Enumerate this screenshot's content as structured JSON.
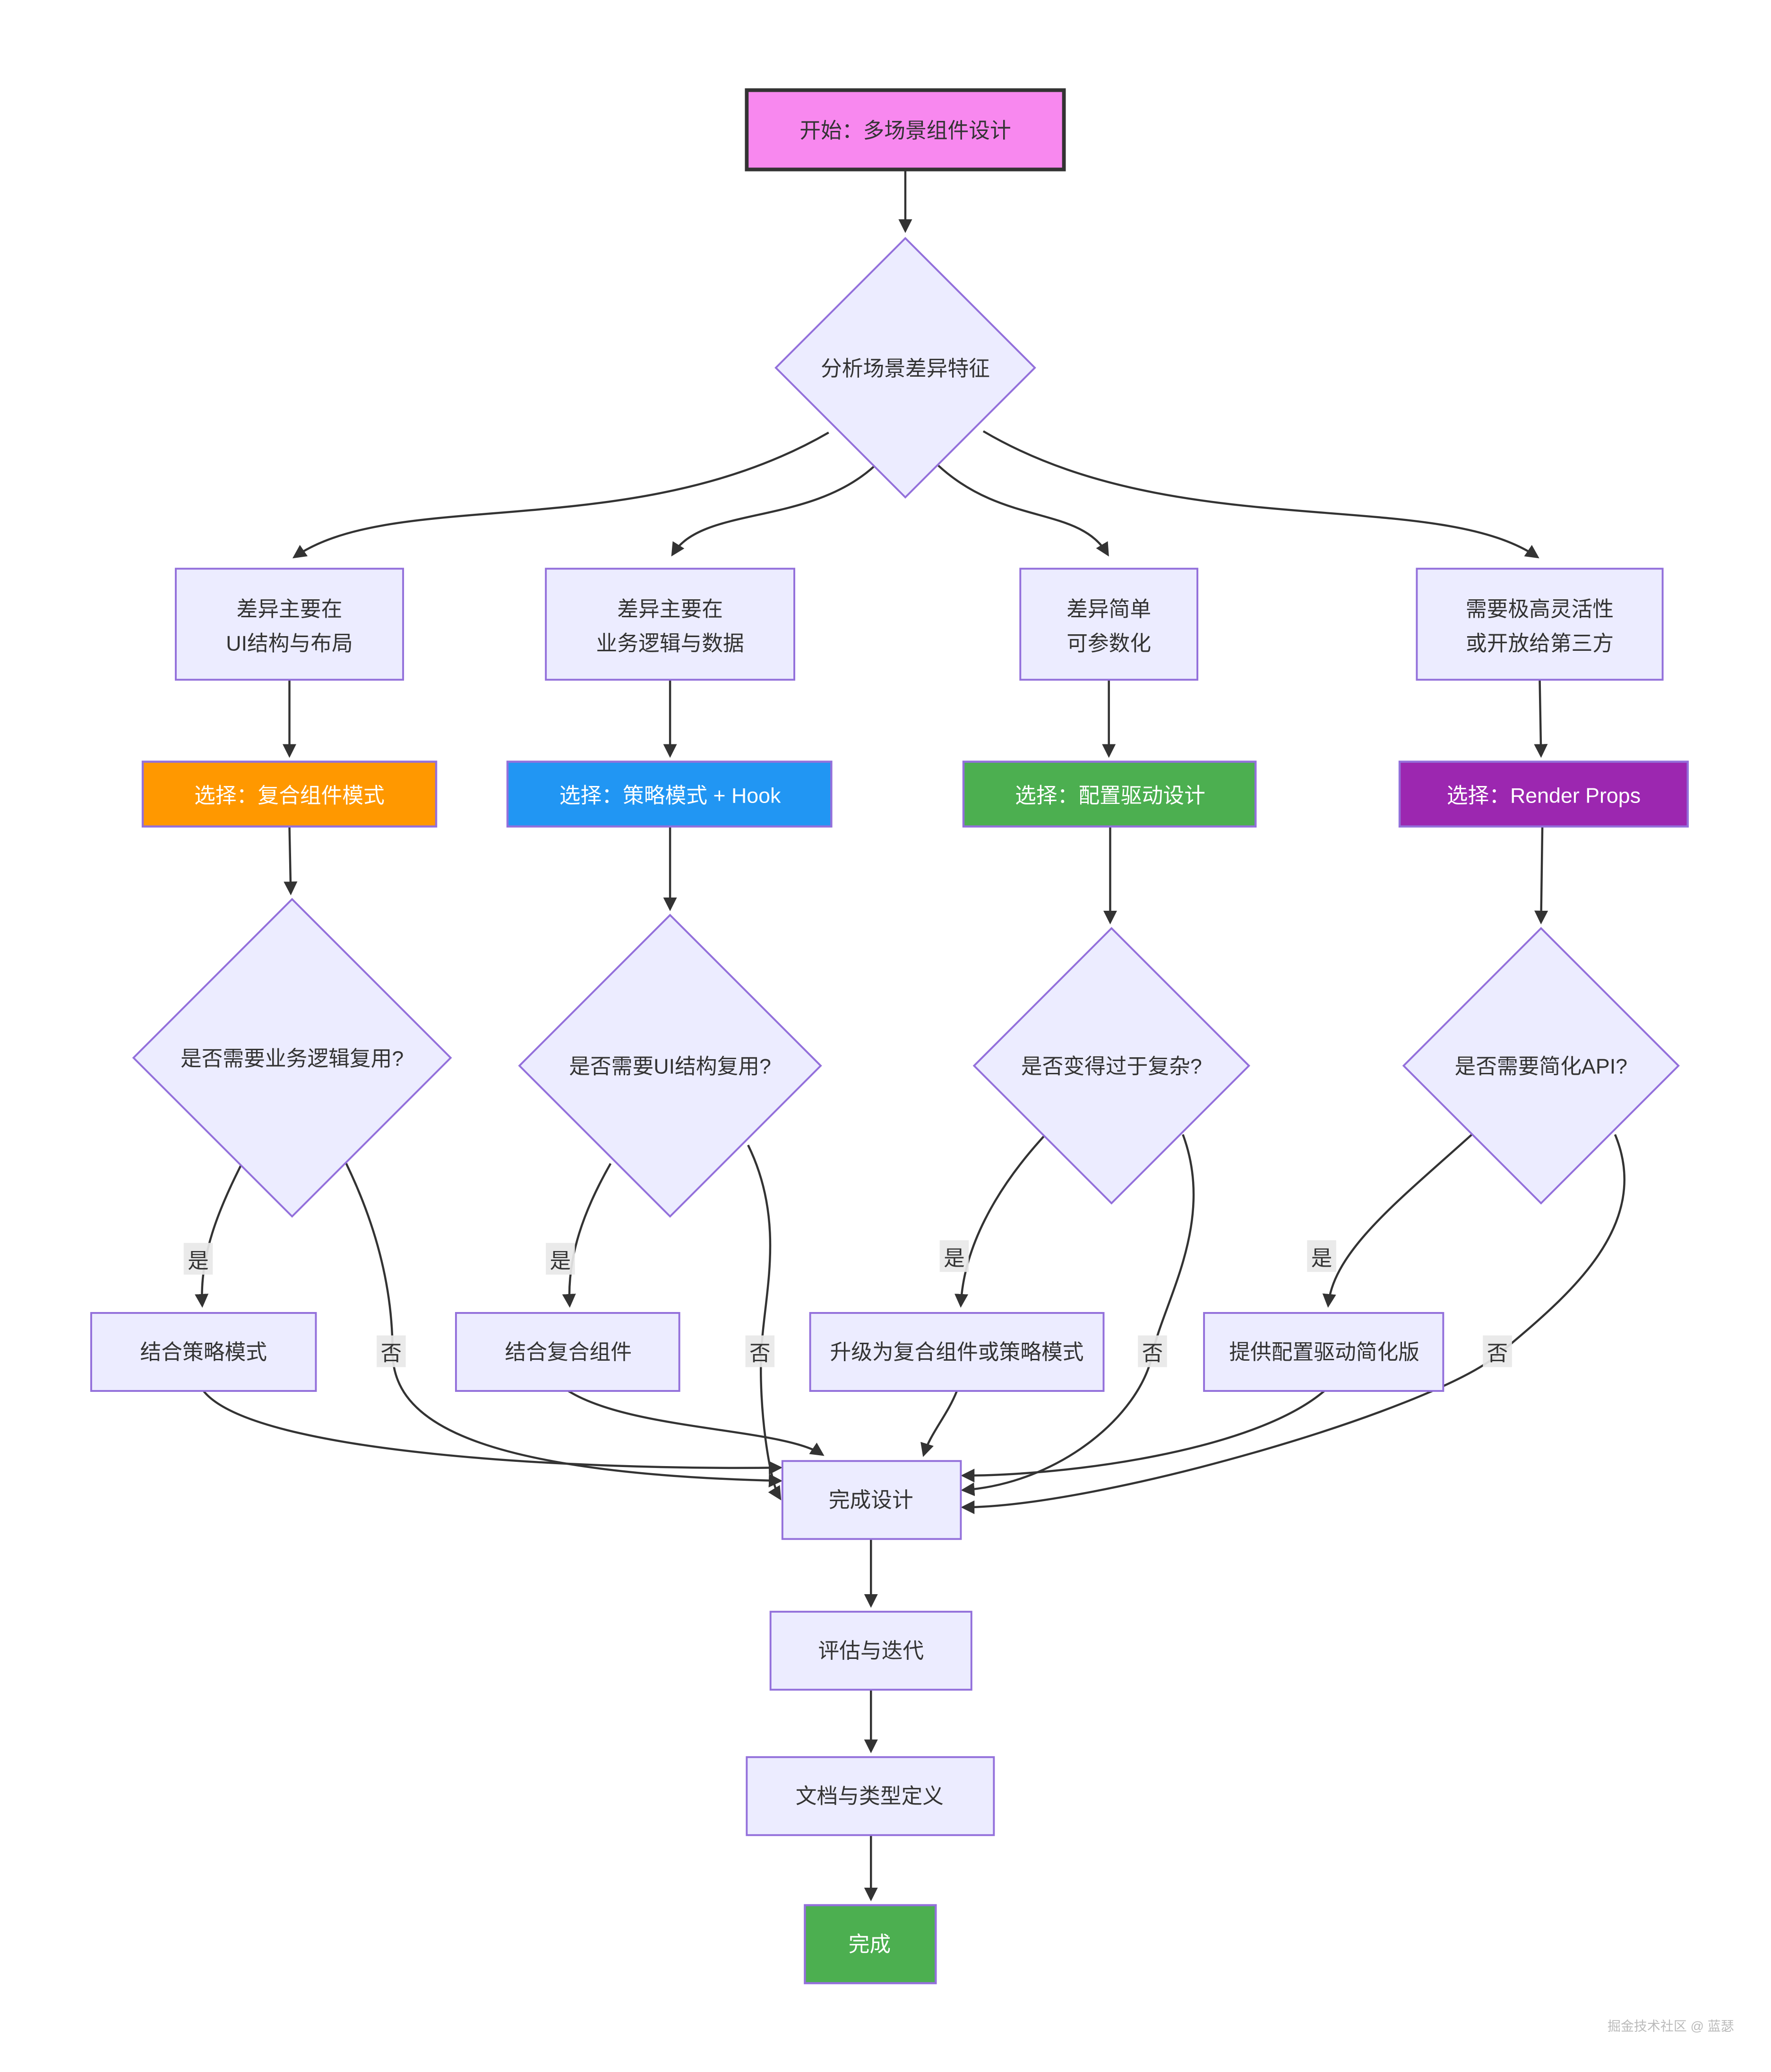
{
  "nodes": {
    "start": "开始：多场景组件设计",
    "analyze": "分析场景差异特征",
    "branch_ui": {
      "line1": "差异主要在",
      "line2": "UI结构与布局"
    },
    "branch_logic": {
      "line1": "差异主要在",
      "line2": "业务逻辑与数据"
    },
    "branch_simple": {
      "line1": "差异简单",
      "line2": "可参数化"
    },
    "branch_flex": {
      "line1": "需要极高灵活性",
      "line2": "或开放给第三方"
    },
    "choice_compound": "选择：复合组件模式",
    "choice_strategy": "选择：策略模式 + Hook",
    "choice_config": "选择：配置驱动设计",
    "choice_render_props": "选择：Render Props",
    "q_logic_reuse": "是否需要业务逻辑复用?",
    "q_ui_reuse": "是否需要UI结构复用?",
    "q_too_complex": "是否变得过于复杂?",
    "q_simplify_api": "是否需要简化API?",
    "result_strategy": "结合策略模式",
    "result_compound": "结合复合组件",
    "result_upgrade": "升级为复合组件或策略模式",
    "result_config_lite": "提供配置驱动简化版",
    "done_design": "完成设计",
    "evaluate": "评估与迭代",
    "docs_types": "文档与类型定义",
    "end": "完成"
  },
  "edge_labels": {
    "yes": "是",
    "no": "否"
  },
  "colors": {
    "start_fill": "#f888ef",
    "node_fill": "#ECECFF",
    "node_border": "#9370DB",
    "choice_compound_fill": "#FF9800",
    "choice_strategy_fill": "#2196F3",
    "choice_config_fill": "#4CAF50",
    "choice_render_props_fill": "#9C27B0",
    "end_fill": "#4CAF50",
    "edge_color": "#333333"
  },
  "watermark": "掘金技术社区 @ 蓝瑟"
}
